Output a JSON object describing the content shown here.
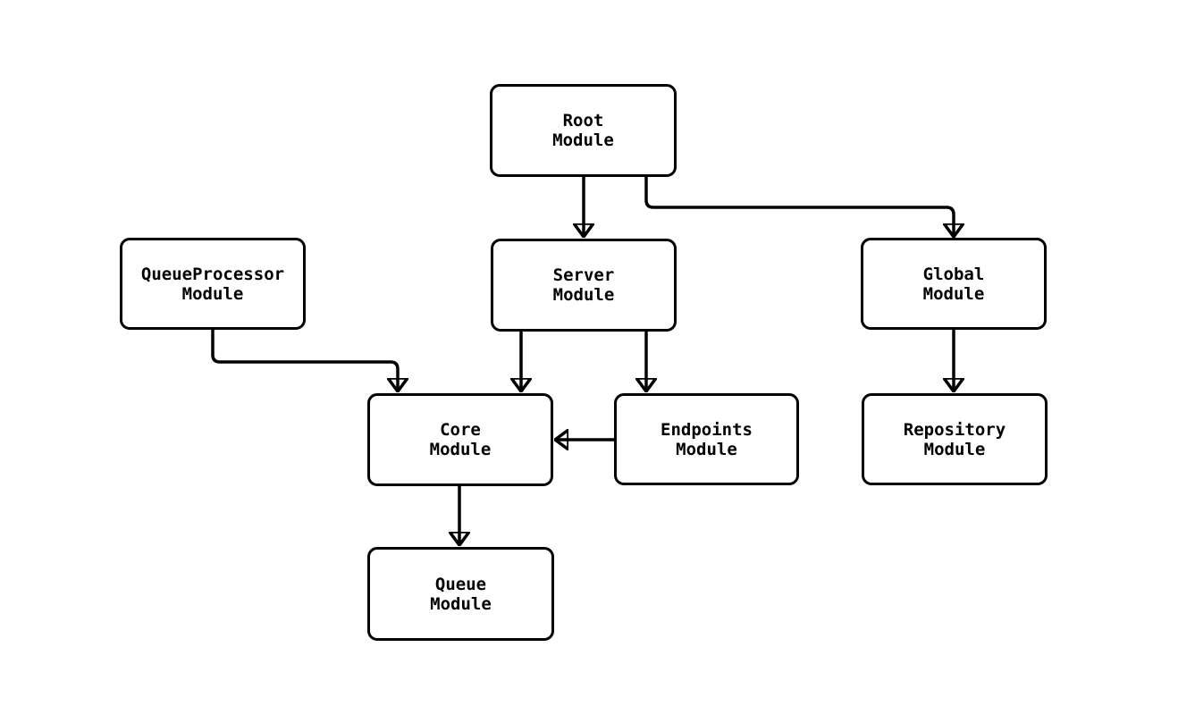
{
  "diagram": {
    "type": "flowchart",
    "background": "#ffffff",
    "stroke_color": "#000000",
    "node_fill": "#ffffff",
    "text_color": "#000000",
    "nodes": {
      "root": {
        "line1": "Root",
        "line2": "Module"
      },
      "queueprocessor": {
        "line1": "QueueProcessor",
        "line2": "Module"
      },
      "server": {
        "line1": "Server",
        "line2": "Module"
      },
      "global": {
        "line1": "Global",
        "line2": "Module"
      },
      "core": {
        "line1": "Core",
        "line2": "Module"
      },
      "endpoints": {
        "line1": "Endpoints",
        "line2": "Module"
      },
      "repository": {
        "line1": "Repository",
        "line2": "Module"
      },
      "queue": {
        "line1": "Queue",
        "line2": "Module"
      }
    },
    "edges": [
      {
        "from": "Root Module",
        "to": "Server Module"
      },
      {
        "from": "Root Module",
        "to": "Global Module"
      },
      {
        "from": "QueueProcessor Module",
        "to": "Core Module"
      },
      {
        "from": "Server Module",
        "to": "Core Module"
      },
      {
        "from": "Server Module",
        "to": "Endpoints Module"
      },
      {
        "from": "Endpoints Module",
        "to": "Core Module"
      },
      {
        "from": "Global Module",
        "to": "Repository Module"
      },
      {
        "from": "Core Module",
        "to": "Queue Module"
      }
    ]
  }
}
